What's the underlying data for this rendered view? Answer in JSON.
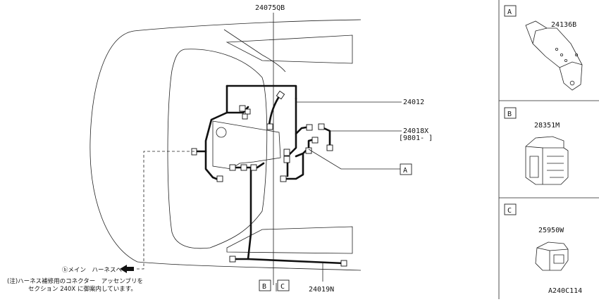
{
  "diagram": {
    "parts": {
      "top": "24075QB",
      "harness_main": "24012",
      "harness_x": "24018X",
      "harness_x_note": "[9801-     ]",
      "harness_n": "24019N"
    },
    "callouts": {
      "a": "A",
      "b": "B",
      "c": "C"
    },
    "main_harness_note": "ⓑメイン　ハーネスへ",
    "footnote_line1": "(注)ハーネス補修用のコネクター　アッセンブリを",
    "footnote_line2": "セクション 240X に御案内しています。",
    "diagram_id": "A240C114"
  },
  "panels": [
    {
      "letter": "A",
      "part": "24136B"
    },
    {
      "letter": "B",
      "part": "28351M"
    },
    {
      "letter": "C",
      "part": "25950W"
    }
  ]
}
